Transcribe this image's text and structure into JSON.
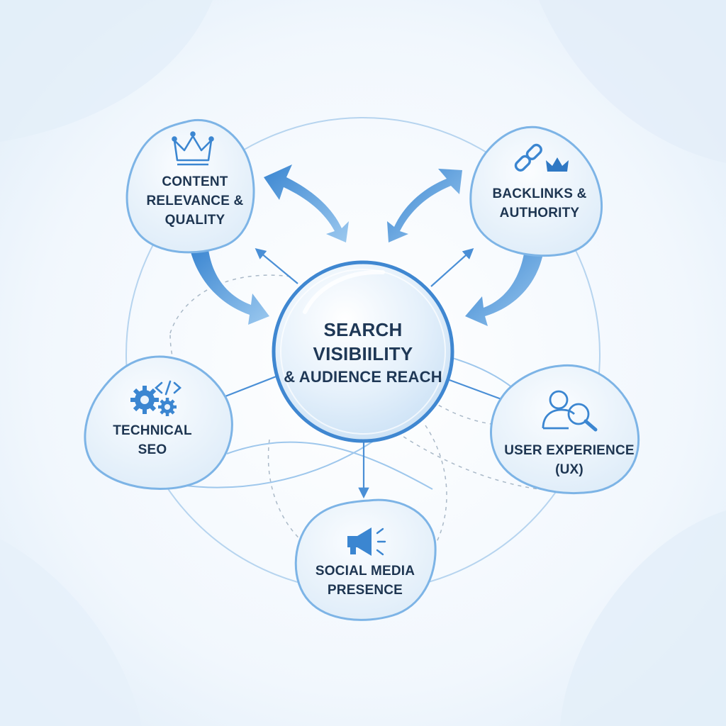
{
  "center": {
    "lines": [
      "SEARCH",
      "VISIBIILITY",
      "& AUDIENCE REACH"
    ]
  },
  "nodes": [
    {
      "id": "content",
      "lines": [
        "CONTENT",
        "RELEVANCE &",
        "QUALITY"
      ],
      "icon": "crown-icon"
    },
    {
      "id": "backlinks",
      "lines": [
        "BACKLINKS &",
        "AUTHORITY"
      ],
      "icon": "chain-link-crown-icon"
    },
    {
      "id": "technical",
      "lines": [
        "TECHNICAL",
        "SEO"
      ],
      "icon": "gears-code-icon"
    },
    {
      "id": "ux",
      "lines": [
        "USER EXPERIENCE",
        "(UX)"
      ],
      "icon": "user-search-icon"
    },
    {
      "id": "social",
      "lines": [
        "SOCIAL MEDIA",
        "PRESENCE"
      ],
      "icon": "megaphone-icon"
    }
  ],
  "colors": {
    "background": "#eef5fc",
    "accent": "#3b86d1",
    "arrow": "#4f93d8",
    "outline": "#7db4e6",
    "text": "#1d3551"
  }
}
